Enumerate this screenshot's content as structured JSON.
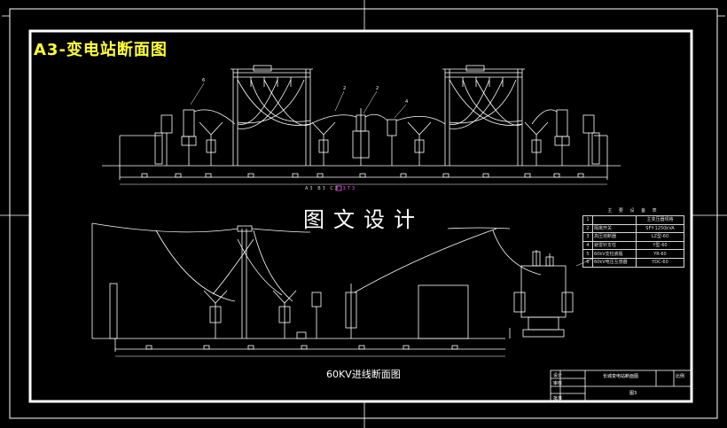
{
  "drawing": {
    "title": "A3-变电站断面图",
    "watermark": "图文设计",
    "section_label": "60KV进线断面图",
    "scale_label": {
      "text": "A3 B3 C3 ",
      "highlight": "3T3"
    },
    "callouts": [
      "6",
      "2",
      "2",
      "4"
    ]
  },
  "legend": {
    "title": "主 要 设 备 表",
    "rows": [
      [
        "1",
        "",
        "主变压器规格"
      ],
      [
        "2",
        "隔离开关",
        "SFY-1250kVA"
      ],
      [
        "3",
        "高压熔断器",
        "LZ型-60"
      ],
      [
        "4",
        "避雷针支柱",
        "Y型-60"
      ],
      [
        "5",
        "60kV支柱瓷瓶",
        "YR-60"
      ],
      [
        "6",
        "60kV电压互感器",
        "YDC-60"
      ]
    ]
  },
  "title_block": {
    "main_title": "长城变电站断面图",
    "sub_title": "图3",
    "left_labels": [
      "设计",
      "审核",
      "批准"
    ],
    "right_label": "比例"
  },
  "colors": {
    "background": "#000000",
    "lines": "#ffffff",
    "title": "#ffff33",
    "accent": "#ff55ff"
  }
}
